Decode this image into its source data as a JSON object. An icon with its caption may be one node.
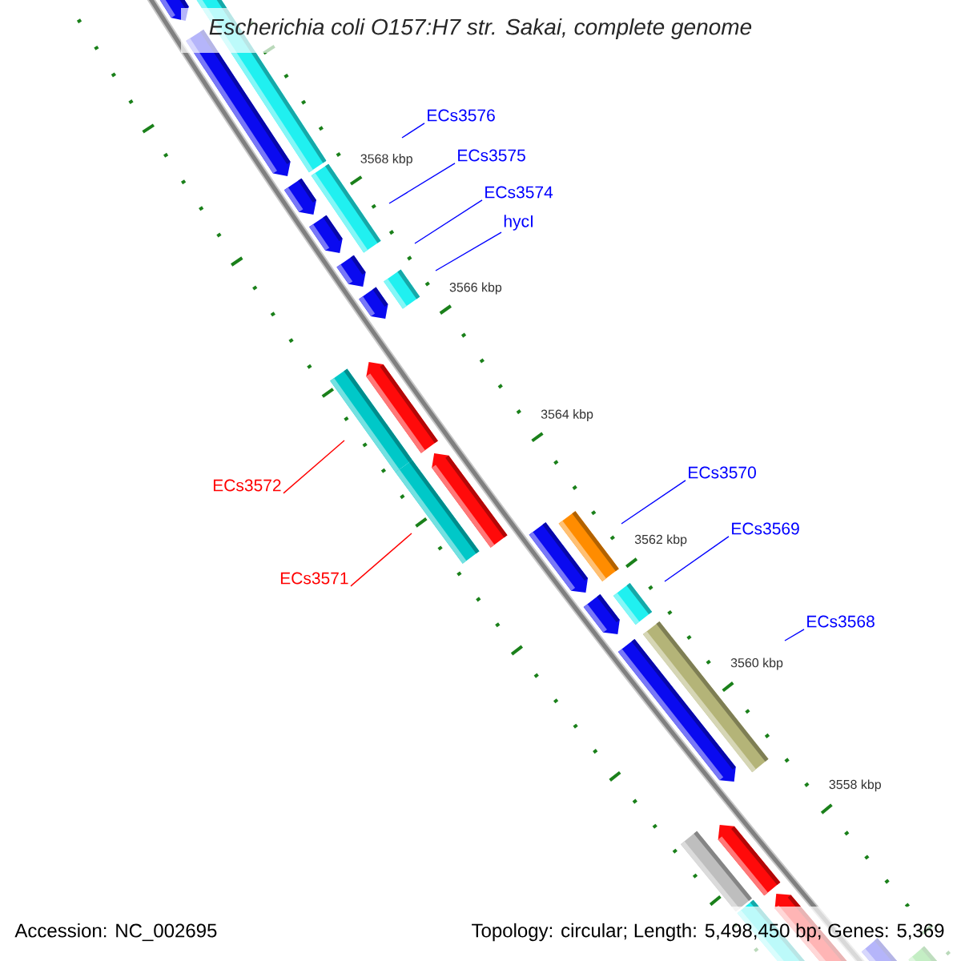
{
  "diagram": {
    "title": "Escherichia coli O157:H7 str. Sakai, complete genome",
    "nodes": [
      {
        "text": [
          "ECs3576"
        ]
      },
      {
        "text": [
          "ECs3575"
        ]
      },
      {
        "text": [
          "ECs3574"
        ]
      },
      {
        "text": [
          "hycI"
        ]
      },
      {
        "text": [
          "ECs3570"
        ]
      },
      {
        "text": [
          "ECs3572"
        ]
      },
      {
        "text": [
          "ECs3569"
        ]
      },
      {
        "text": [
          "ECs3571"
        ]
      },
      {
        "text": [
          "ECs3568"
        ]
      }
    ],
    "edges": [
      {
        "from": 0,
        "to": null,
        "arrow": "none"
      },
      {
        "from": 1,
        "to": null,
        "arrow": "none"
      },
      {
        "from": 2,
        "to": null,
        "arrow": "none"
      },
      {
        "from": 3,
        "to": null,
        "arrow": "none"
      },
      {
        "from": 4,
        "to": null,
        "arrow": "none"
      },
      {
        "from": 5,
        "to": null,
        "arrow": "none",
        "color": "#ff0000"
      },
      {
        "from": 6,
        "to": null,
        "arrow": "none"
      },
      {
        "from": 7,
        "to": null,
        "arrow": "none",
        "color": "#ff0000"
      },
      {
        "from": 8,
        "to": null,
        "arrow": "none"
      }
    ],
    "labels": [
      "3568 kbp",
      "3566 kbp",
      "3564 kbp",
      "3562 kbp",
      "3560 kbp",
      "3558 kbp",
      "Accession: NC_002695",
      "Topology: circular; Length: 5,498,450 bp; Genes: 5,369"
    ]
  }
}
